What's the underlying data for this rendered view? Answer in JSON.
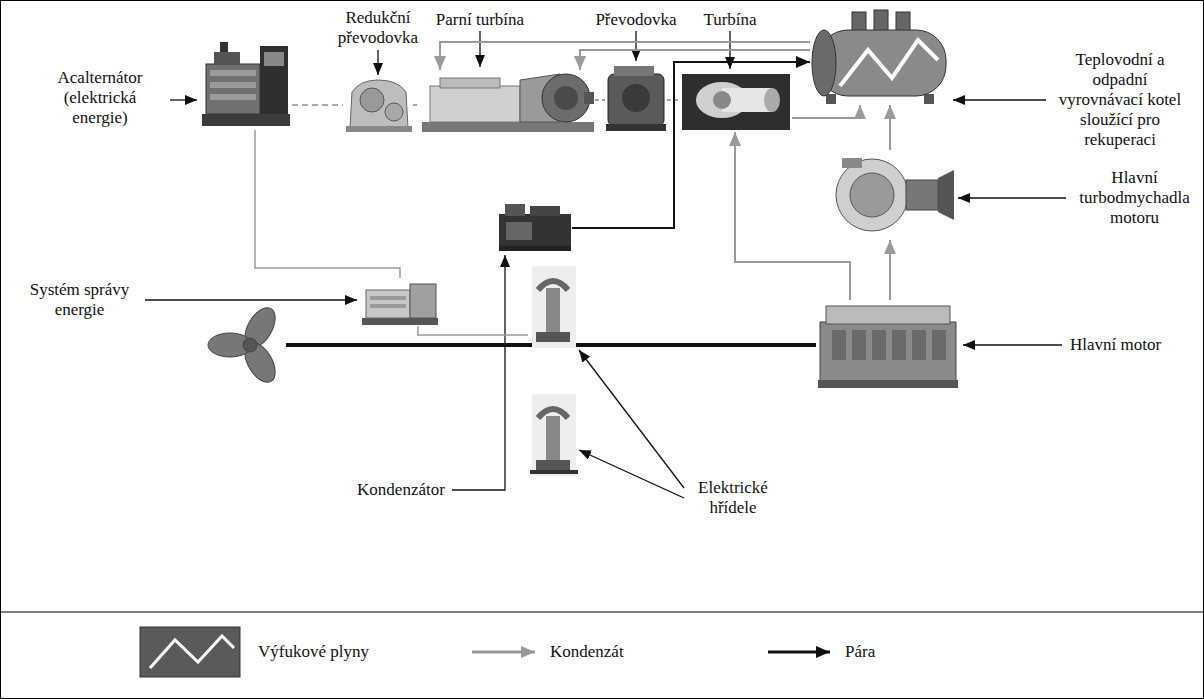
{
  "diagram": {
    "nodes": [
      {
        "text": [
          "Acalternátor (elektrická energie)"
        ]
      },
      {
        "text": [
          "Redukční převodovka"
        ]
      },
      {
        "text": [
          "Parní turbína"
        ]
      },
      {
        "text": [
          "Převodovka"
        ]
      },
      {
        "text": [
          "Turbína"
        ]
      },
      {
        "text": [
          "Teplovodní a odpadní vyrovnávací kotel sloužící pro rekuperaci"
        ]
      },
      {
        "text": [
          "Hlavní turbodmychadla motoru"
        ]
      },
      {
        "text": [
          "Systém správy energie"
        ]
      },
      {
        "text": [
          "Kondenzátor"
        ]
      },
      {
        "text": [
          "Elektrické hřídele"
        ]
      },
      {
        "text": [
          "Hlavní motor"
        ]
      }
    ],
    "edges": [
      {
        "from": 0,
        "to": 1,
        "arrow": "none"
      },
      {
        "from": 1,
        "to": 2,
        "arrow": "none"
      },
      {
        "from": 2,
        "to": 3,
        "arrow": "none"
      },
      {
        "from": 3,
        "to": 4,
        "arrow": "none"
      },
      {
        "from": 5,
        "to": 2,
        "arrow": "to"
      },
      {
        "from": 5,
        "to": 2,
        "arrow": "to"
      },
      {
        "from": 8,
        "to": 5,
        "arrow": "to"
      },
      {
        "from": 4,
        "to": 5,
        "arrow": "to"
      },
      {
        "from": 6,
        "to": 5,
        "arrow": "to"
      },
      {
        "from": 10,
        "to": 6,
        "arrow": "to"
      },
      {
        "from": 10,
        "to": 4,
        "arrow": "to"
      },
      {
        "from": 0,
        "to": 7,
        "arrow": "none"
      },
      {
        "from": 7,
        "to": 9,
        "arrow": "none"
      }
    ],
    "legend": [
      {
        "text": "Výfukové plyny"
      },
      {
        "text": "Kondenzát"
      },
      {
        "text": "Pára"
      }
    ]
  }
}
